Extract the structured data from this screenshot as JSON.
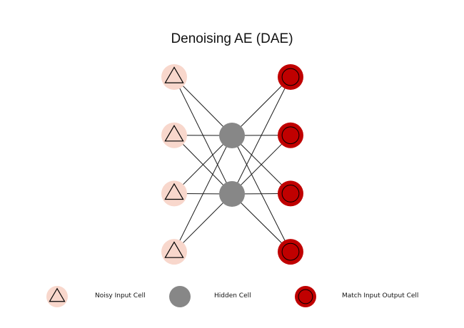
{
  "title": "Denoising AE (DAE)",
  "colors": {
    "input_fill": "#f8d7cc",
    "hidden_fill": "#878787",
    "output_fill": "#c00000",
    "stroke": "#000000",
    "edge": "#1a1a1a"
  },
  "network": {
    "layers": [
      {
        "name": "input",
        "count": 4,
        "type": "noisy-input-cell"
      },
      {
        "name": "hidden",
        "count": 2,
        "type": "hidden-cell"
      },
      {
        "name": "output",
        "count": 4,
        "type": "match-input-output-cell"
      }
    ],
    "connectivity": "fully-connected"
  },
  "legend": [
    {
      "type": "noisy-input-cell",
      "label": "Noisy Input Cell"
    },
    {
      "type": "hidden-cell",
      "label": "Hidden Cell"
    },
    {
      "type": "match-input-output-cell",
      "label": "Match Input Output Cell"
    }
  ]
}
